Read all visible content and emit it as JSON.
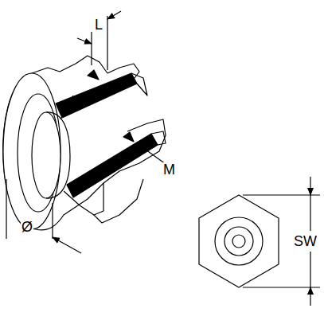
{
  "diagram": {
    "labels": [
      "L",
      "M",
      "Ø",
      "SW"
    ]
  }
}
